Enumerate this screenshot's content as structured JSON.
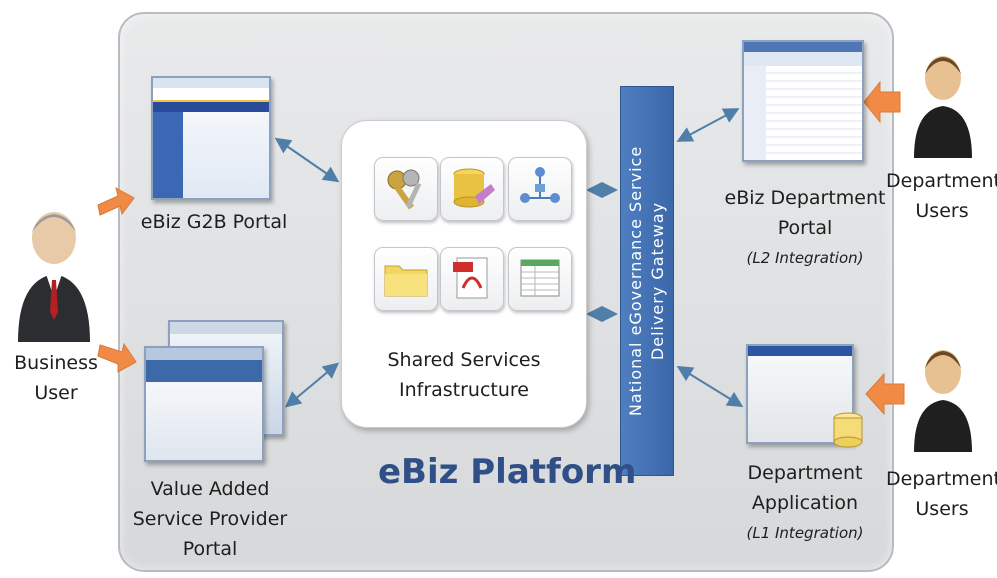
{
  "platform_title": "eBiz Platform",
  "shared_services": {
    "line1": "Shared Services",
    "line2": "Infrastructure"
  },
  "gateway": {
    "line1": "National eGovernance Service",
    "line2": "Delivery Gateway"
  },
  "g2b_portal": "eBiz G2B Portal",
  "vas_portal": {
    "line1": "Value Added",
    "line2": "Service Provider",
    "line3": "Portal"
  },
  "business_user": {
    "line1": "Business",
    "line2": "User"
  },
  "dept_portal": {
    "line1": "eBiz Department",
    "line2": "Portal",
    "line3": "(L2 Integration)"
  },
  "dept_app": {
    "line1": "Department",
    "line2": "Application",
    "line3": "(L1 Integration)"
  },
  "dept_users_top": {
    "line1": "Department",
    "line2": "Users"
  },
  "dept_users_bottom": {
    "line1": "Department",
    "line2": "Users"
  },
  "colors": {
    "gateway": "#3f6db0",
    "title": "#2f4f86",
    "arrow_orange": "#f08a45",
    "connector": "#4f7fa8"
  },
  "icons": [
    "keys-icon",
    "database-icon",
    "network-icon",
    "folder-icon",
    "pdf-icon",
    "spreadsheet-icon"
  ]
}
